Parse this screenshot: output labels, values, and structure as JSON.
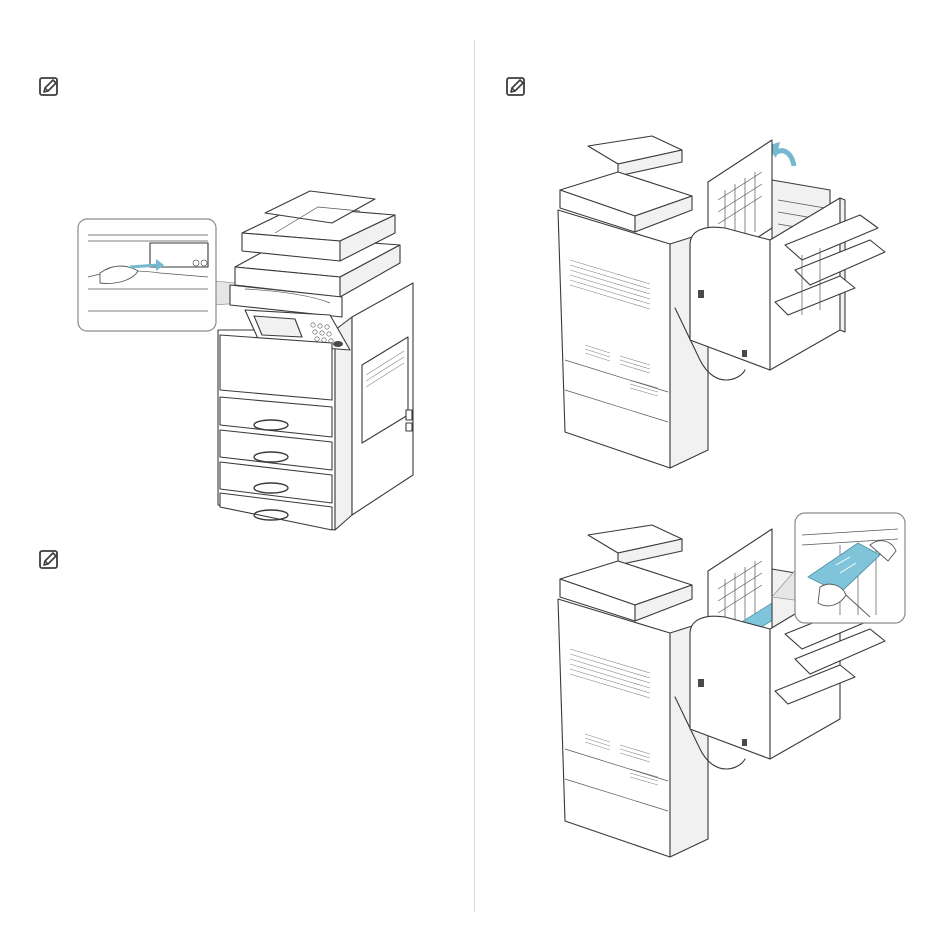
{
  "colors": {
    "note_icon": "#3c3c3c",
    "paper_highlight": "#7fc4d9",
    "arrow": "#74b9cf",
    "divider": "#dcdcdc"
  },
  "icons": {
    "note": "note-pencil-icon"
  },
  "figures": [
    {
      "name": "printer-front-view",
      "callout": "inner-jam-closeup"
    },
    {
      "name": "finisher-cover-open",
      "callout": "open-arrow"
    },
    {
      "name": "finisher-jam-removal",
      "callout": "paper-removal-closeup"
    }
  ]
}
